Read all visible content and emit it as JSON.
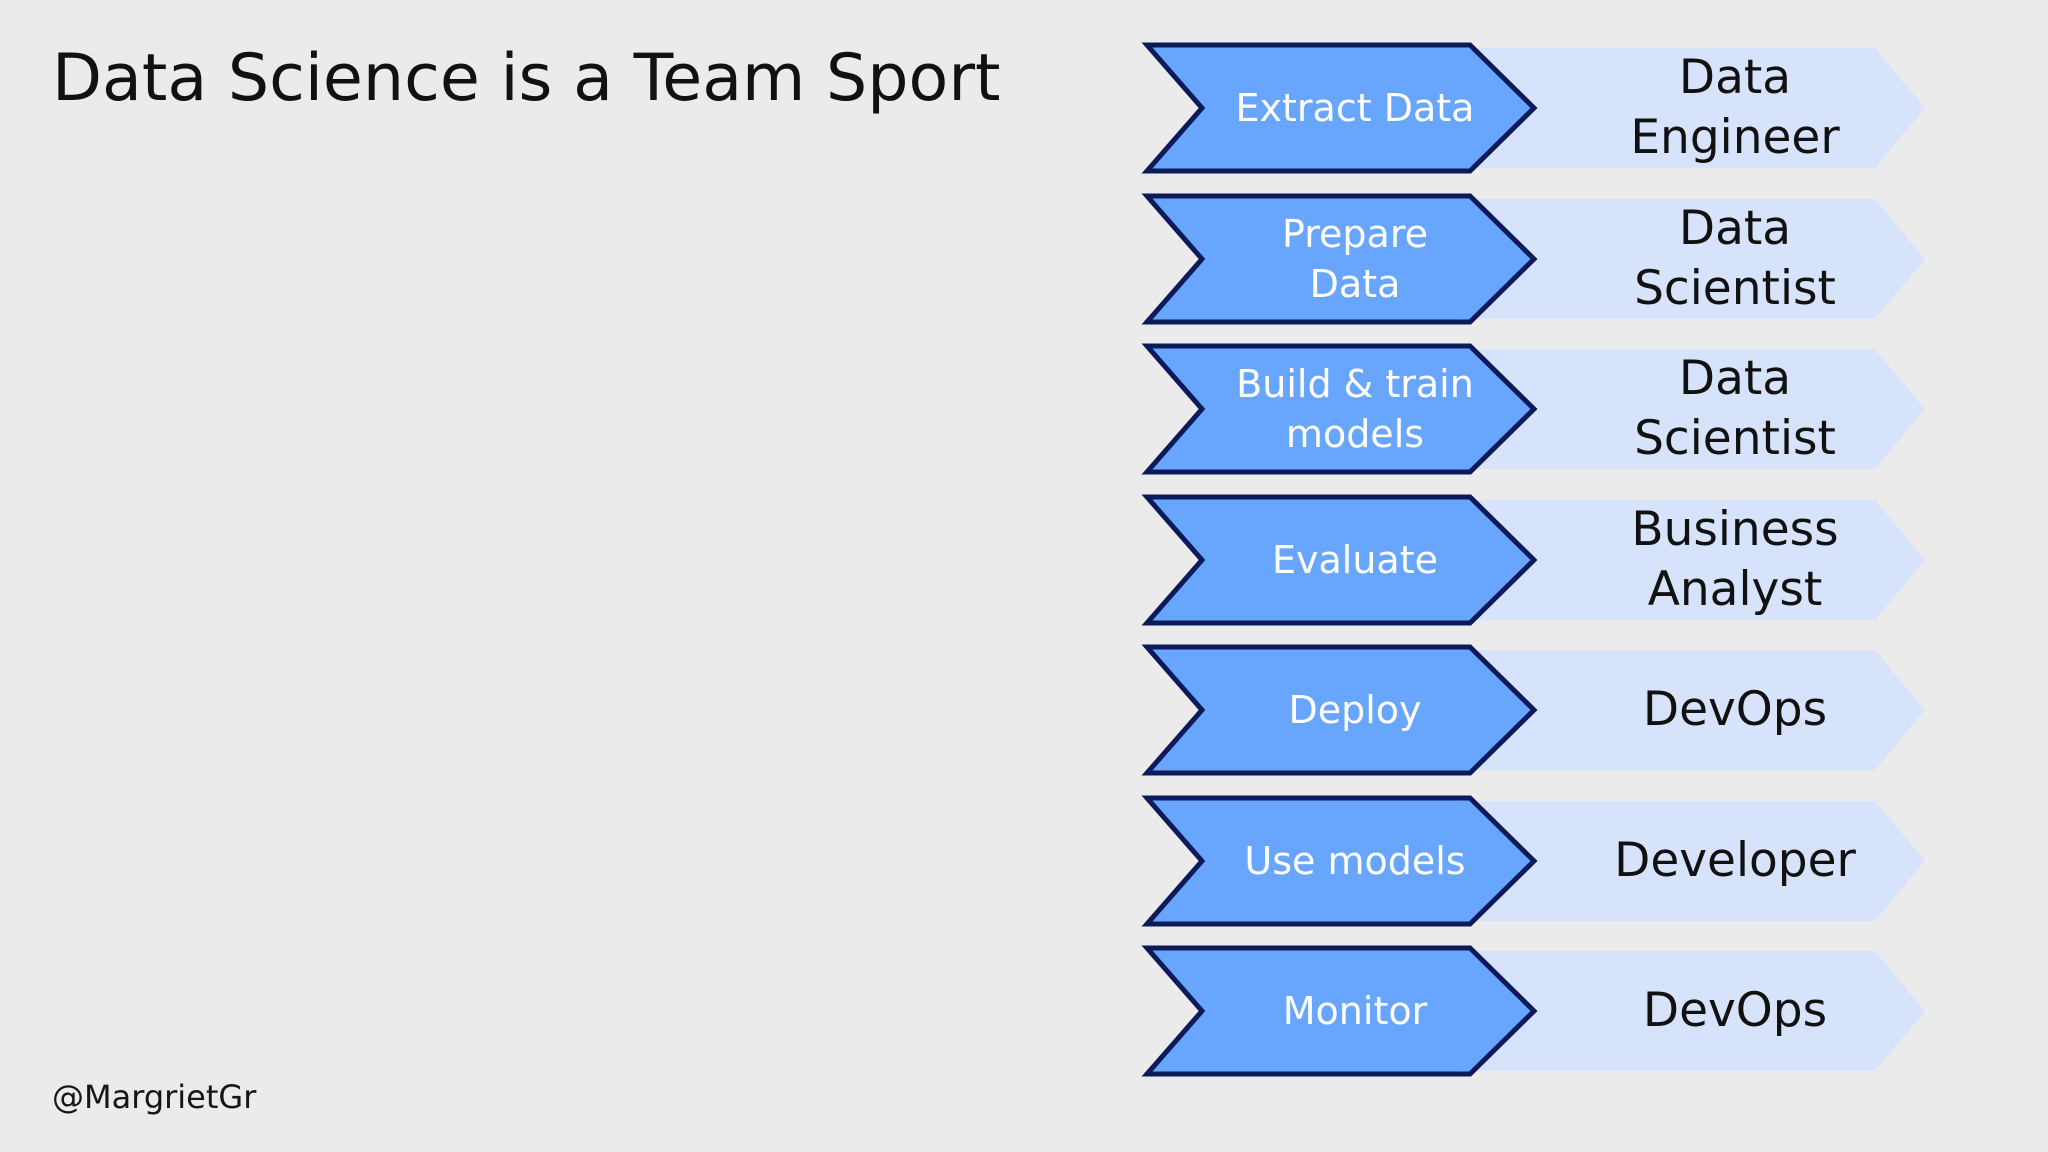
{
  "slide": {
    "title": "Data Science is a Team Sport",
    "credit": "@MargrietGr"
  },
  "colors": {
    "background": "#ebebeb",
    "step_fill": "#68a5fd",
    "step_stroke": "#0d1a5a",
    "role_fill": "#d6e3fb",
    "step_text": "#ffffff",
    "role_text": "#111111"
  },
  "steps": [
    {
      "step": "Extract Data",
      "role": "Data\nEngineer"
    },
    {
      "step": "Prepare\nData",
      "role": "Data\nScientist"
    },
    {
      "step": "Build & train\nmodels",
      "role": "Data\nScientist"
    },
    {
      "step": "Evaluate",
      "role": "Business\nAnalyst"
    },
    {
      "step": "Deploy",
      "role": "DevOps"
    },
    {
      "step": "Use models",
      "role": "Developer"
    },
    {
      "step": "Monitor",
      "role": "DevOps"
    }
  ]
}
